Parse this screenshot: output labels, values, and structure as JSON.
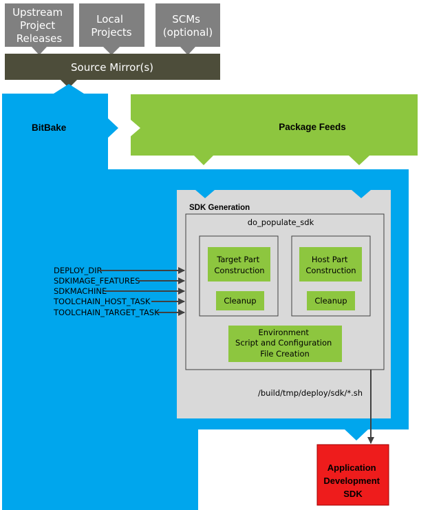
{
  "sources": {
    "upstream": [
      "Upstream",
      "Project",
      "Releases"
    ],
    "local": [
      "Local",
      "Projects"
    ],
    "scms": [
      "SCMs",
      "(optional)"
    ]
  },
  "source_mirror": "Source Mirror(s)",
  "bitbake": "BitBake",
  "package_feeds": "Package Feeds",
  "sdk_generation": "SDK Generation",
  "do_populate_sdk": "do_populate_sdk",
  "target_part": [
    "Target Part",
    "Construction"
  ],
  "host_part": [
    "Host Part",
    "Construction"
  ],
  "cleanup_target": "Cleanup",
  "cleanup_host": "Cleanup",
  "environment": [
    "Environment",
    "Script and Configuration",
    "File Creation"
  ],
  "variables": [
    "DEPLOY_DIR",
    "SDKIMAGE_FEATURES",
    "SDKMACHINE",
    "TOOLCHAIN_HOST_TASK",
    "TOOLCHAIN_TARGET_TASK"
  ],
  "output_path": "/build/tmp/deploy/sdk/*.sh",
  "app_sdk": [
    "Application",
    "Development",
    "SDK"
  ],
  "colors": {
    "gray_box": "#808080",
    "mirror": "#4d4d3a",
    "bitbake_blue": "#00a6ed",
    "feeds_green": "#8dc63f",
    "sdk_gray": "#d9d9d9",
    "task_green": "#8dc63f",
    "output_red": "#ee1c1c",
    "arrow": "#404040"
  }
}
